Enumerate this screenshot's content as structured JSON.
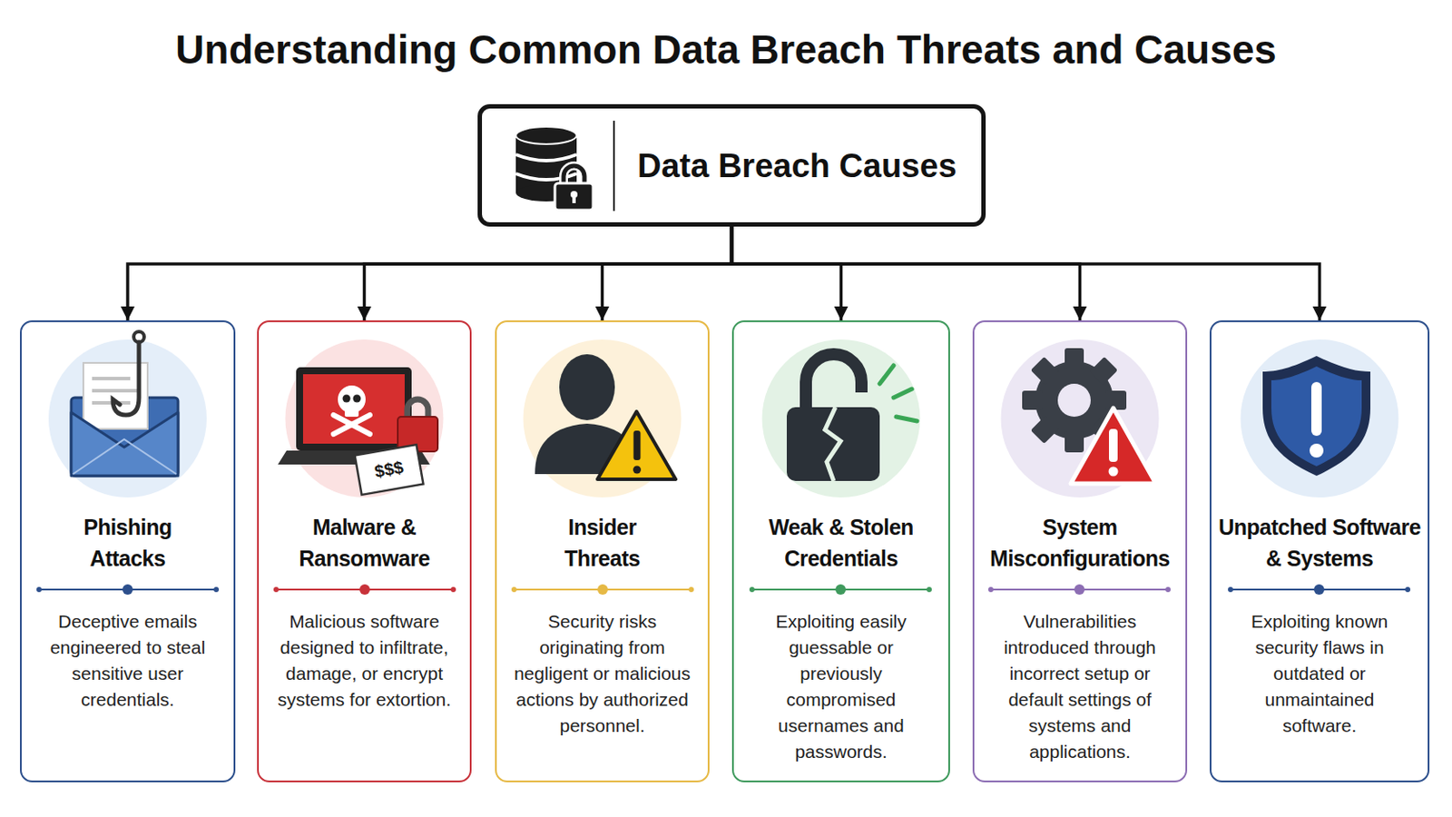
{
  "diagram": {
    "title": "Understanding Common Data Breach Threats and Causes",
    "nodes": [
      {
        "text": [
          "Data Breach Causes"
        ]
      },
      {
        "text": [
          "Phishing Attacks",
          "Deceptive emails engineered to steal sensitive user credentials."
        ]
      },
      {
        "text": [
          "Malware & Ransomware",
          "Malicious software designed to infiltrate, damage, or encrypt systems for extortion."
        ]
      },
      {
        "text": [
          "Insider Threats",
          "Security risks originating from negligent or malicious actions by authorized personnel."
        ]
      },
      {
        "text": [
          "Weak & Stolen Credentials",
          "Exploiting easily guessable or previously compromised usernames and passwords."
        ]
      },
      {
        "text": [
          "System Misconfigurations",
          "Vulnerabilities introduced through incorrect setup or default settings of systems and applications."
        ]
      },
      {
        "text": [
          "Unpatched Software & Systems",
          "Exploiting known security flaws in outdated or unmaintained software."
        ]
      }
    ],
    "edges": [
      {
        "from": 0,
        "to": 1,
        "arrow": "to"
      },
      {
        "from": 0,
        "to": 2,
        "arrow": "to"
      },
      {
        "from": 0,
        "to": 3,
        "arrow": "to"
      },
      {
        "from": 0,
        "to": 4,
        "arrow": "to"
      },
      {
        "from": 0,
        "to": 5,
        "arrow": "to"
      },
      {
        "from": 0,
        "to": 6,
        "arrow": "to"
      }
    ],
    "labels": [
      "$$$"
    ]
  }
}
